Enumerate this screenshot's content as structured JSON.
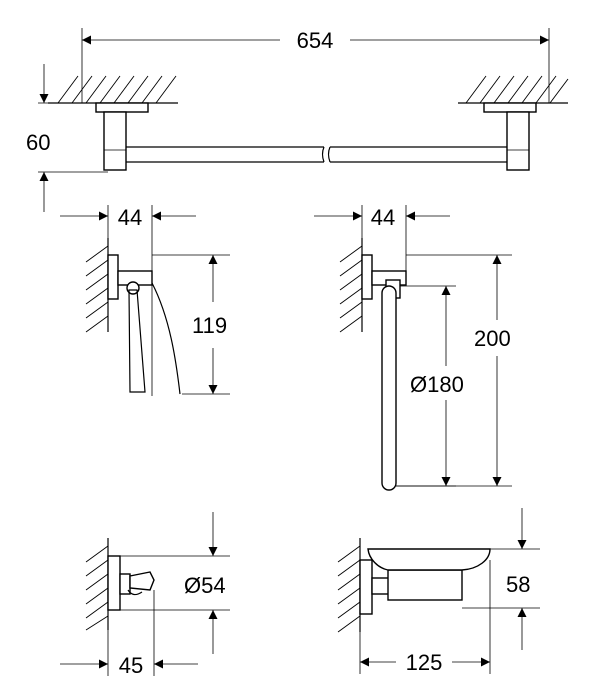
{
  "dimensions": {
    "towel_bar_length": "654",
    "towel_bar_height": "60",
    "paper_holder_depth": "44",
    "paper_holder_height": "119",
    "towel_ring_depth": "44",
    "towel_ring_height": "200",
    "towel_ring_diameter": "Ø180",
    "hook_diameter": "Ø54",
    "hook_depth": "45",
    "soap_dish_height": "58",
    "soap_dish_depth": "125"
  }
}
